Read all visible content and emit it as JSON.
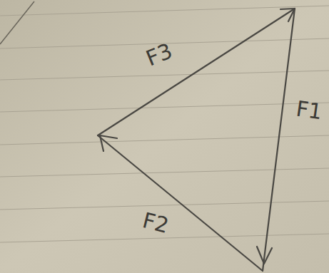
{
  "diagram": {
    "labels": [
      "F3",
      "F1",
      "F2"
    ]
  }
}
